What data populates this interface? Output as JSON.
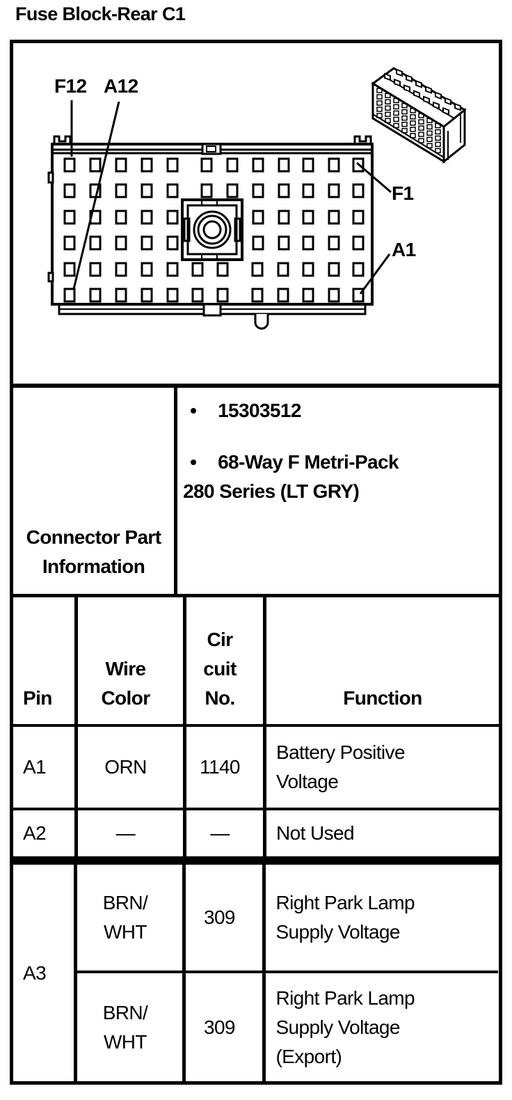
{
  "title": "Fuse Block-Rear C1",
  "diagram": {
    "labels": {
      "top_left_outer": "F12",
      "top_left_inner": "A12",
      "right_top": "F1",
      "right_bottom": "A1"
    }
  },
  "connector_info": {
    "label": [
      "Connector Part",
      "Information"
    ],
    "bullet_items": [
      {
        "lines": [
          "15303512"
        ]
      },
      {
        "lines": [
          "68-Way F Metri-Pack",
          "280 Series (LT GRY)"
        ]
      }
    ]
  },
  "pin_table": {
    "headers": {
      "pin": "Pin",
      "wire_color": [
        "Wire",
        "Color"
      ],
      "circuit_no": [
        "Cir",
        "cuit",
        "No."
      ],
      "function": "Function"
    },
    "rows": {
      "a1": {
        "pin": "A1",
        "wire_color": "ORN",
        "circuit_no": "1140",
        "function": [
          "Battery Positive",
          "Voltage"
        ]
      },
      "a2": {
        "pin": "A2",
        "wire_color": "—",
        "circuit_no": "—",
        "function": "Not Used"
      },
      "a3": {
        "pin": "A3",
        "sub_rows": [
          {
            "wire_color": [
              "BRN/",
              "WHT"
            ],
            "circuit_no": "309",
            "function": [
              "Right Park Lamp",
              "Supply Voltage"
            ]
          },
          {
            "wire_color": [
              "BRN/",
              "WHT"
            ],
            "circuit_no": "309",
            "function": [
              "Right Park Lamp",
              "Supply Voltage",
              "(Export)"
            ]
          }
        ]
      }
    }
  },
  "colors": {
    "ink": "#000000",
    "paper": "#ffffff"
  }
}
